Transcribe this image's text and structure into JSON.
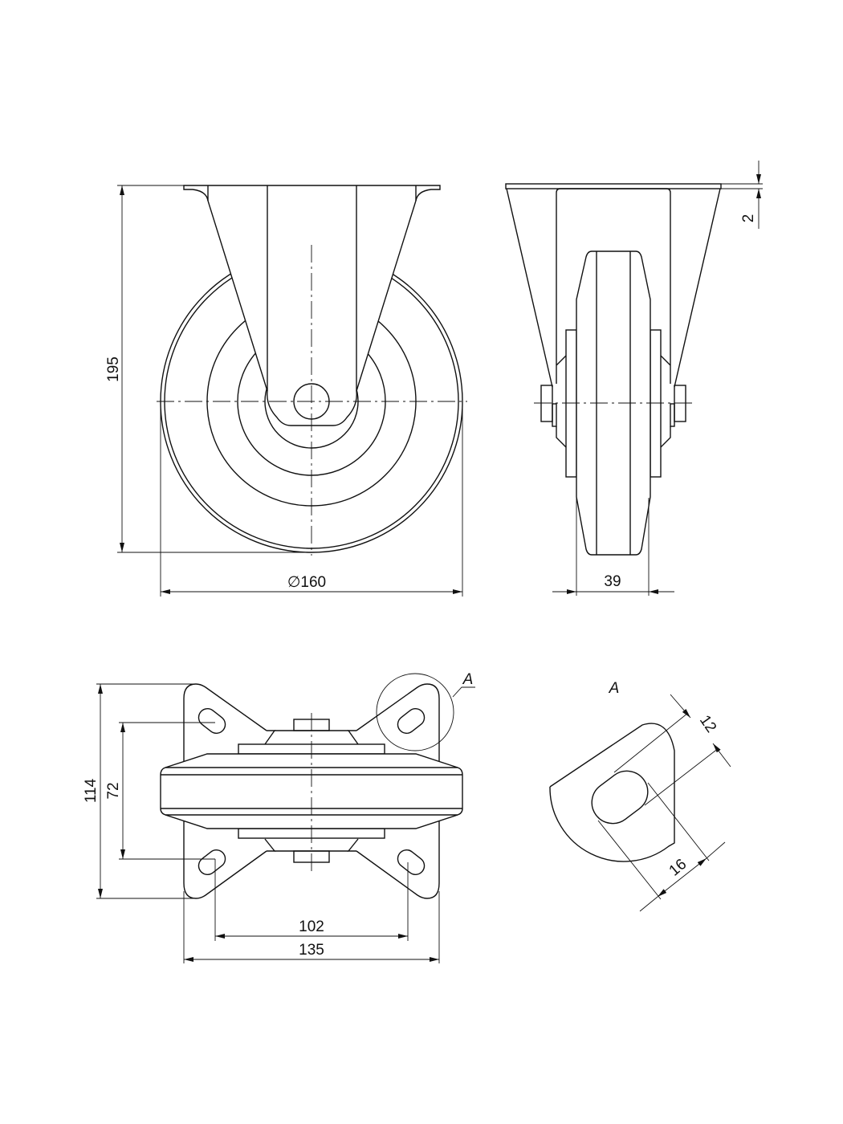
{
  "drawing": {
    "title": "Fixed castor wheel technical drawing",
    "front_view": {
      "height_dim": "195",
      "diameter_dim": "∅160"
    },
    "side_view": {
      "width_dim": "39",
      "plate_dim": "2"
    },
    "top_view": {
      "plate_length_dim": "114",
      "hole_spacing_y_dim": "72",
      "hole_spacing_x_dim": "102",
      "plate_width_dim": "135",
      "detail_label": "A"
    },
    "detail_a": {
      "label": "A",
      "slot_width_dim": "12",
      "slot_length_dim": "16"
    }
  }
}
